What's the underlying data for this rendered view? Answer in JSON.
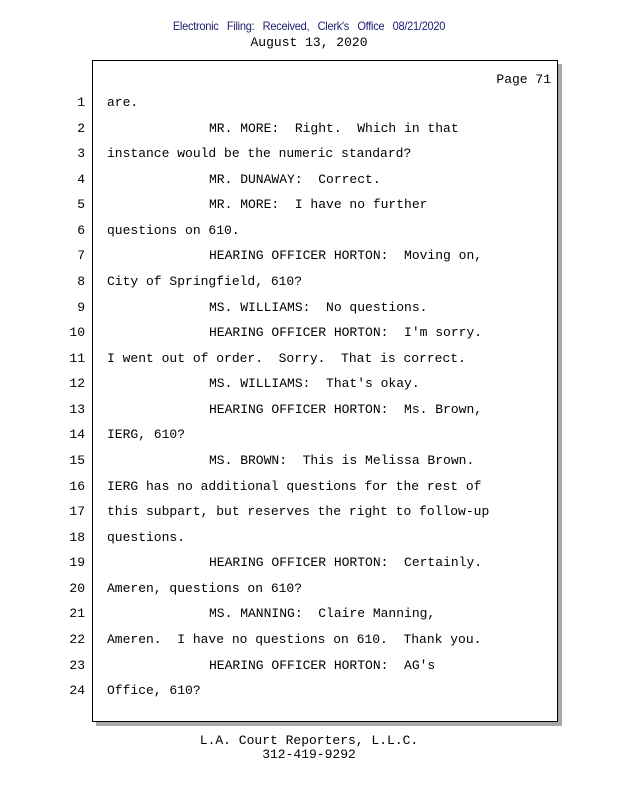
{
  "header": {
    "filing_stamp": "Electronic Filing: Received, Clerk's Office 08/21/2020",
    "date": "August 13, 2020"
  },
  "page_label": "Page 71",
  "lines": [
    {
      "n": "1",
      "text": "are.",
      "indent": false
    },
    {
      "n": "2",
      "text": "MR. MORE:  Right.  Which in that",
      "indent": true
    },
    {
      "n": "3",
      "text": "instance would be the numeric standard?",
      "indent": false
    },
    {
      "n": "4",
      "text": "MR. DUNAWAY:  Correct.",
      "indent": true
    },
    {
      "n": "5",
      "text": "MR. MORE:  I have no further",
      "indent": true
    },
    {
      "n": "6",
      "text": "questions on 610.",
      "indent": false
    },
    {
      "n": "7",
      "text": "HEARING OFFICER HORTON:  Moving on,",
      "indent": true
    },
    {
      "n": "8",
      "text": "City of Springfield, 610?",
      "indent": false
    },
    {
      "n": "9",
      "text": "MS. WILLIAMS:  No questions.",
      "indent": true
    },
    {
      "n": "10",
      "text": "HEARING OFFICER HORTON:  I'm sorry.",
      "indent": true
    },
    {
      "n": "11",
      "text": "I went out of order.  Sorry.  That is correct.",
      "indent": false
    },
    {
      "n": "12",
      "text": "MS. WILLIAMS:  That's okay.",
      "indent": true
    },
    {
      "n": "13",
      "text": "HEARING OFFICER HORTON:  Ms. Brown,",
      "indent": true
    },
    {
      "n": "14",
      "text": "IERG, 610?",
      "indent": false
    },
    {
      "n": "15",
      "text": "MS. BROWN:  This is Melissa Brown.",
      "indent": true
    },
    {
      "n": "16",
      "text": "IERG has no additional questions for the rest of",
      "indent": false
    },
    {
      "n": "17",
      "text": "this subpart, but reserves the right to follow-up",
      "indent": false
    },
    {
      "n": "18",
      "text": "questions.",
      "indent": false
    },
    {
      "n": "19",
      "text": "HEARING OFFICER HORTON:  Certainly.",
      "indent": true
    },
    {
      "n": "20",
      "text": "Ameren, questions on 610?",
      "indent": false
    },
    {
      "n": "21",
      "text": "MS. MANNING:  Claire Manning,",
      "indent": true
    },
    {
      "n": "22",
      "text": "Ameren.  I have no questions on 610.  Thank you.",
      "indent": false
    },
    {
      "n": "23",
      "text": "HEARING OFFICER HORTON:  AG's",
      "indent": true
    },
    {
      "n": "24",
      "text": "Office, 610?",
      "indent": false
    }
  ],
  "footer": {
    "company": "L.A. Court Reporters, L.L.C.",
    "phone": "312-419-9292"
  }
}
